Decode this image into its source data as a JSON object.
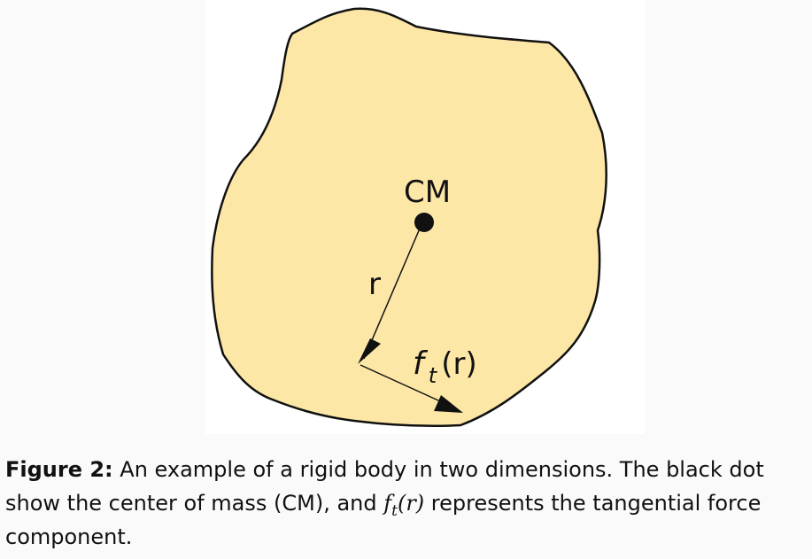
{
  "diagram": {
    "cm_label": "CM",
    "r_label": "r",
    "force_label_main": "f",
    "force_label_sub": "t",
    "force_label_arg": "(r)",
    "body_fill": "#fde7a6",
    "body_stroke": "#111111"
  },
  "caption": {
    "label": "Figure 2:",
    "text_before": " An example of a rigid body in two dimensions. The black dot show the center of mass (CM), and ",
    "math_f": "f",
    "math_sub": "t",
    "math_arg": "(r)",
    "text_after": " represents the tangential force component."
  }
}
